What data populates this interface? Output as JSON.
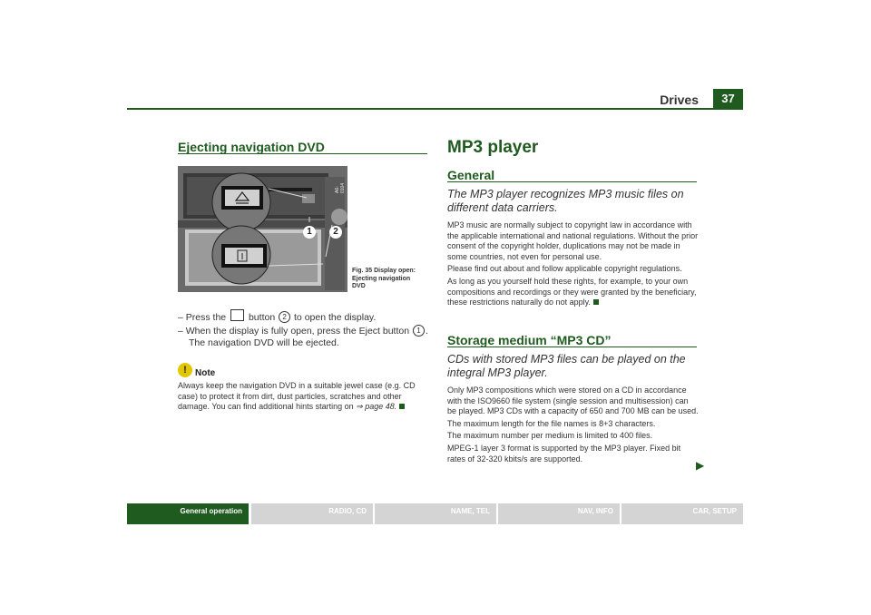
{
  "header": {
    "title": "Drives",
    "page_number": "37"
  },
  "left": {
    "section_title": "Ejecting navigation DVD",
    "figure": {
      "caption": "Fig. 35  Display open: Ejecting navigation DVD",
      "callout_1": "1",
      "callout_2": "2",
      "code": "A6-0104"
    },
    "steps": [
      {
        "dash": "–",
        "pre": "Press the",
        "post": "button",
        "circle": "2",
        "post2": "to open the display."
      },
      {
        "dash": "–",
        "pre": "When the display is fully open, press the Eject button",
        "circle": "1",
        "post": ".",
        "line2": "The navigation DVD will be ejected."
      }
    ],
    "note": {
      "icon_glyph": "!",
      "label": "Note",
      "text": "Always keep the navigation DVD in a suitable jewel case (e.g. CD case) to protect it from dirt, dust particles, scratches and other damage. You can find additional hints starting on",
      "link": "⇒ page 48."
    }
  },
  "right": {
    "main_title": "MP3 player",
    "general": {
      "title": "General",
      "lead": "The MP3 player recognizes MP3 music files on different data carriers.",
      "paragraphs": [
        "MP3 music are normally subject to copyright law in accordance with the applicable international and national regulations. Without the prior consent of the copyright holder, duplications may not be made in some countries, not even for personal use.",
        "Please find out about and follow applicable copyright regulations.",
        "As long as you yourself hold these rights, for example, to your own compositions and recordings or they were granted by the beneficiary, these restrictions naturally do not apply."
      ]
    },
    "storage": {
      "title": "Storage medium “MP3 CD”",
      "lead": "CDs with stored MP3 files can be played on the integral MP3 player.",
      "paragraphs": [
        "Only MP3 compositions which were stored on a CD in accordance with the ISO9660 file system (single session and multisession) can be played. MP3 CDs with a capacity of 650 and 700 MB can be used.",
        "The maximum length for the file names is 8+3 characters.",
        "The maximum number per medium is limited to 400 files.",
        "MPEG-1 layer 3 format is supported by the MP3 player. Fixed bit rates of 32-320 kbits/s are supported."
      ]
    },
    "continue_arrow": "▶"
  },
  "footer_tabs": [
    {
      "label": "General operation",
      "active": true
    },
    {
      "label": "RADIO, CD",
      "active": false
    },
    {
      "label": "NAME, TEL",
      "active": false
    },
    {
      "label": "NAV, INFO",
      "active": false
    },
    {
      "label": "CAR, SETUP",
      "active": false
    }
  ],
  "colors": {
    "accent": "#1f5a1f",
    "tab_inactive": "#d4d4d4",
    "warning": "#e2c600"
  }
}
